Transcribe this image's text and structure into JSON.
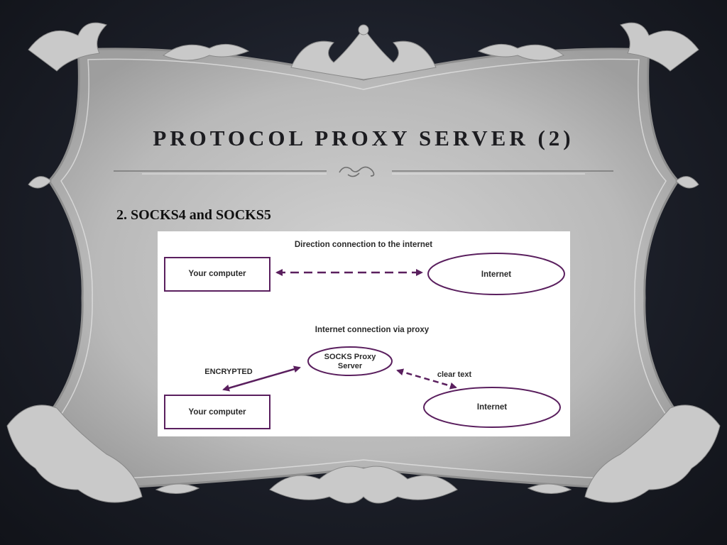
{
  "slide": {
    "title": "PROTOCOL PROXY SERVER (2)",
    "bullet": "2. SOCKS4 and SOCKS5"
  },
  "diagram": {
    "direct_caption": "Direction connection to the internet",
    "proxy_caption": "Internet connection via proxy",
    "your_computer_top": "Your computer",
    "internet_top": "Internet",
    "socks_line1": "SOCKS Proxy",
    "socks_line2": "Server",
    "encrypted": "ENCRYPTED",
    "clear_text": "clear text",
    "your_computer_bottom": "Your computer",
    "internet_bottom": "Internet"
  },
  "colors": {
    "frame": "#b5b5b5",
    "accent_purple": "#5a1f5e",
    "background": "#1a1d26"
  }
}
